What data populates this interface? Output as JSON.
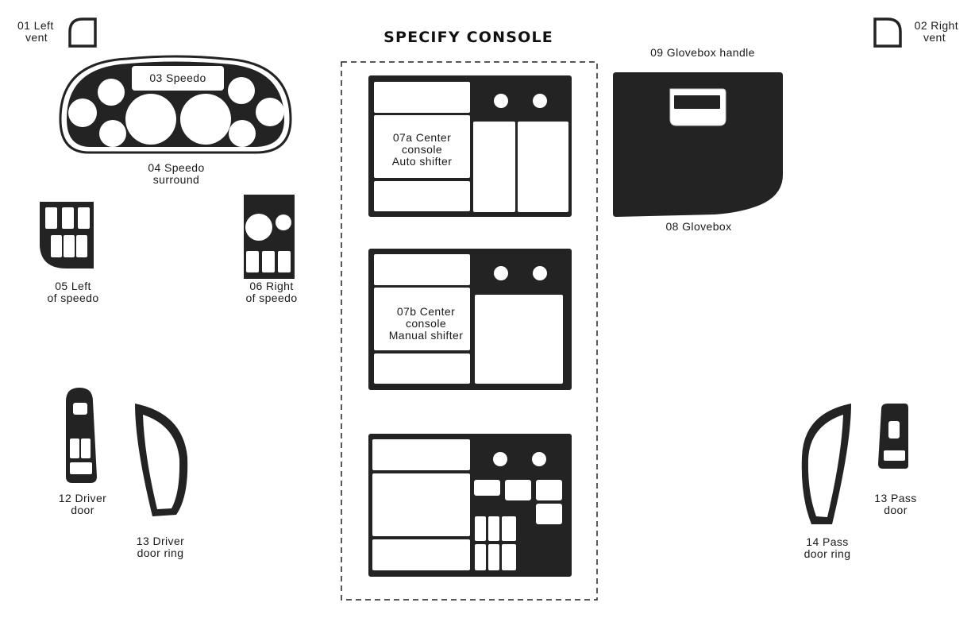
{
  "title": "SPECIFY CONSOLE",
  "colors": {
    "part_fill": "#232323",
    "cutout_fill": "#ffffff",
    "background": "#ffffff",
    "dash": "#222222"
  },
  "parts": {
    "left_vent": {
      "line1": "01 Left",
      "line2": "vent"
    },
    "right_vent": {
      "line1": "02 Right",
      "line2": "vent"
    },
    "speedo": {
      "label": "03 Speedo"
    },
    "speedo_surround": {
      "line1": "04 Speedo",
      "line2": "surround"
    },
    "left_of_speedo": {
      "line1": "05 Left",
      "line2": "of speedo"
    },
    "right_of_speedo": {
      "line1": "06 Right",
      "line2": "of speedo"
    },
    "console_auto": {
      "line1": "07a Center",
      "line2": "console",
      "line3": "Auto shifter"
    },
    "console_manual": {
      "line1": "07b Center",
      "line2": "console",
      "line3": "Manual shifter"
    },
    "glovebox": {
      "label": "08 Glovebox"
    },
    "glovebox_handle": {
      "label": "09 Glovebox handle"
    },
    "driver_door": {
      "line1": "12 Driver",
      "line2": "door"
    },
    "driver_door_ring": {
      "line1": "13 Driver",
      "line2": "door ring"
    },
    "pass_door": {
      "line1": "13 Pass",
      "line2": "door"
    },
    "pass_door_ring": {
      "line1": "14 Pass",
      "line2": "door ring"
    }
  }
}
